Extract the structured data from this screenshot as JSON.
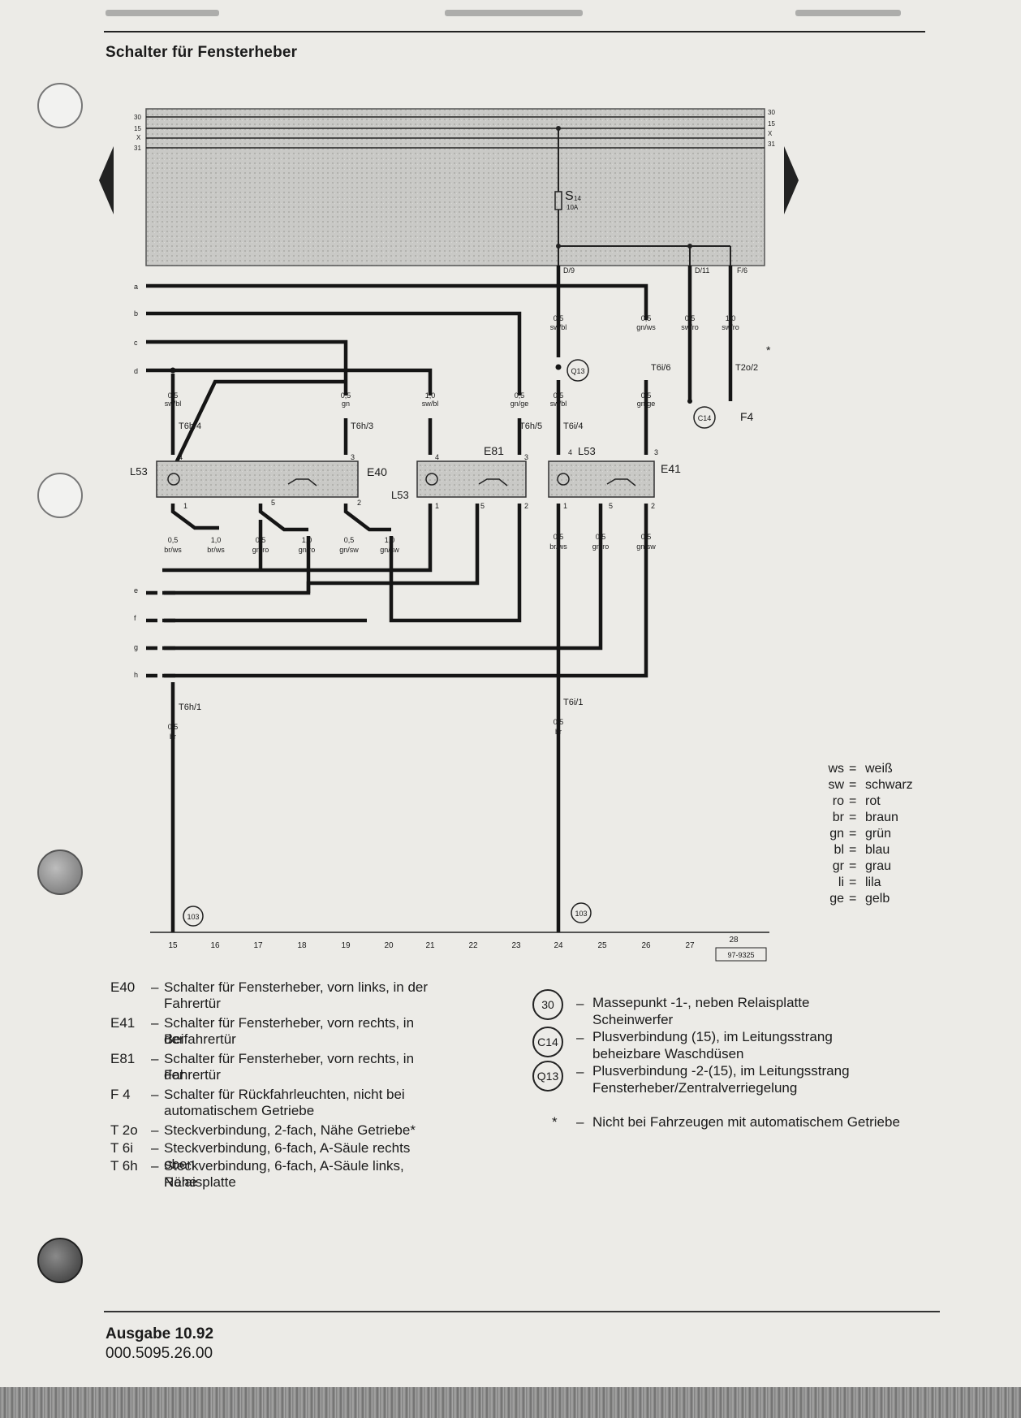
{
  "page": {
    "title": "Schalter für Fensterheber",
    "issue": "Ausgabe 10.92",
    "doc_number": "000.5095.26.00"
  },
  "diagram": {
    "relay_panel": {
      "rails_left": [
        "30",
        "15",
        "X",
        "31"
      ],
      "rails_right": [
        "30",
        "15",
        "X",
        "31"
      ],
      "fuse_label": "S",
      "fuse_sub": "14",
      "fuse_rating": "10A",
      "terminals": [
        "D/9",
        "D/11",
        "F/6"
      ]
    },
    "row_letters": [
      "a",
      "b",
      "c",
      "d",
      "e",
      "f",
      "g",
      "h"
    ],
    "components": {
      "E40": "E40",
      "E41": "E41",
      "E81": "E81",
      "L53_a": "L53",
      "L53_b": "L53",
      "L53_c": "L53",
      "F4": "F4"
    },
    "connectors": [
      "T6h/4",
      "T6h/3",
      "T6h/5",
      "T6i/4",
      "T6i/6",
      "T2o/2",
      "T6h/1",
      "T6i/1"
    ],
    "wires_top": [
      {
        "size": "0,5",
        "color": "sw/bl"
      },
      {
        "size": "0,5",
        "color": "gn"
      },
      {
        "size": "1,0",
        "color": "sw/bl"
      },
      {
        "size": "0,5",
        "color": "gn/ge"
      },
      {
        "size": "0,5",
        "color": "sw/bl"
      },
      {
        "size": "0,5",
        "color": "gn/ge"
      }
    ],
    "wires_upper": [
      {
        "size": "0,5",
        "color": "sw/bl"
      },
      {
        "size": "0,5",
        "color": "gn/ws"
      },
      {
        "size": "0,5",
        "color": "sw/ro"
      },
      {
        "size": "1,0",
        "color": "sw/ro"
      }
    ],
    "wires_bottom": [
      {
        "size": "0,5",
        "color": "br/ws"
      },
      {
        "size": "1,0",
        "color": "br/ws"
      },
      {
        "size": "0,5",
        "color": "gn/ro"
      },
      {
        "size": "1,0",
        "color": "gn/ro"
      },
      {
        "size": "0,5",
        "color": "gn/sw"
      },
      {
        "size": "1,0",
        "color": "gn/sw"
      },
      {
        "size": "0,5",
        "color": "br/ws"
      },
      {
        "size": "0,5",
        "color": "gn/ro"
      },
      {
        "size": "0,5",
        "color": "gn/sw"
      }
    ],
    "ground_wires": [
      {
        "size": "0,5",
        "color": "br"
      },
      {
        "size": "0,5",
        "color": "br"
      }
    ],
    "pins": [
      "4",
      "3",
      "1",
      "5",
      "2"
    ],
    "ground_point": "103",
    "circle_refs": [
      "Q13",
      "C14"
    ],
    "star": "*",
    "ruler": [
      "15",
      "16",
      "17",
      "18",
      "19",
      "20",
      "21",
      "22",
      "23",
      "24",
      "25",
      "26",
      "27",
      "28"
    ],
    "ref_number": "97-9325"
  },
  "colour_key": [
    {
      "code": "ws",
      "name": "weiß"
    },
    {
      "code": "sw",
      "name": "schwarz"
    },
    {
      "code": "ro",
      "name": "rot"
    },
    {
      "code": "br",
      "name": "braun"
    },
    {
      "code": "gn",
      "name": "grün"
    },
    {
      "code": "bl",
      "name": "blau"
    },
    {
      "code": "gr",
      "name": "grau"
    },
    {
      "code": "li",
      "name": "lila"
    },
    {
      "code": "ge",
      "name": "gelb"
    }
  ],
  "legend_left": [
    {
      "code": "E40",
      "l1": "Schalter für Fensterheber, vorn links, in der",
      "l2": "Fahrertür"
    },
    {
      "code": "E41",
      "l1": "Schalter für Fensterheber, vorn rechts, in der",
      "l2": "Beifahrertür"
    },
    {
      "code": "E81",
      "l1": "Schalter für Fensterheber, vorn rechts, in der",
      "l2": "Fahrertür"
    },
    {
      "code": "F 4",
      "l1": "Schalter für Rückfahrleuchten, nicht bei",
      "l2": "automatischem Getriebe"
    },
    {
      "code": "T 2o",
      "l1": "Steckverbindung, 2-fach, Nähe Getriebe*",
      "l2": ""
    },
    {
      "code": "T 6i",
      "l1": "Steckverbindung, 6-fach, A-Säule rechts oben",
      "l2": ""
    },
    {
      "code": "T 6h",
      "l1": "Steckverbindung, 6-fach, A-Säule links, Nähe",
      "l2": "Relaisplatte"
    }
  ],
  "legend_right": [
    {
      "code": "30",
      "l1": "Massepunkt -1-, neben Relaisplatte",
      "l2": "Scheinwerfer"
    },
    {
      "code": "C14",
      "l1": "Plusverbindung (15), im Leitungsstrang",
      "l2": "beheizbare Waschdüsen"
    },
    {
      "code": "Q13",
      "l1": "Plusverbindung -2-(15), im Leitungsstrang",
      "l2": "Fensterheber/Zentralverriegelung"
    }
  ],
  "footnote": {
    "mark": "*",
    "text": "Nicht bei Fahrzeugen mit automatischem Getriebe"
  }
}
